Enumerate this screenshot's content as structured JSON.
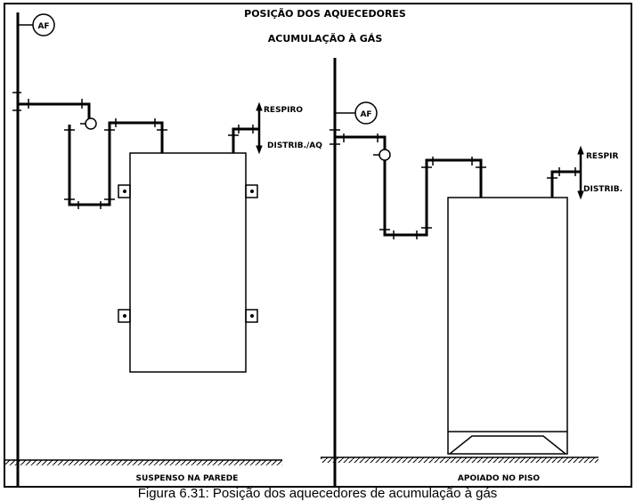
{
  "title": "POSIÇÃO DOS AQUECEDORES",
  "subtitle": "ACUMULAÇÃO À GÁS",
  "left": {
    "af_label": "AF",
    "respiro": "RESPIRO",
    "distrib": "DISTRIB./AQ",
    "label": "SUSPENSO NA PAREDE"
  },
  "right": {
    "af_label": "AF",
    "respiro": "RESPIR",
    "distrib": "DISTRIB.",
    "label": "APOIADO NO PISO"
  },
  "caption": "Figura 6.31: Posição dos aquecedores de acumulação à gás"
}
